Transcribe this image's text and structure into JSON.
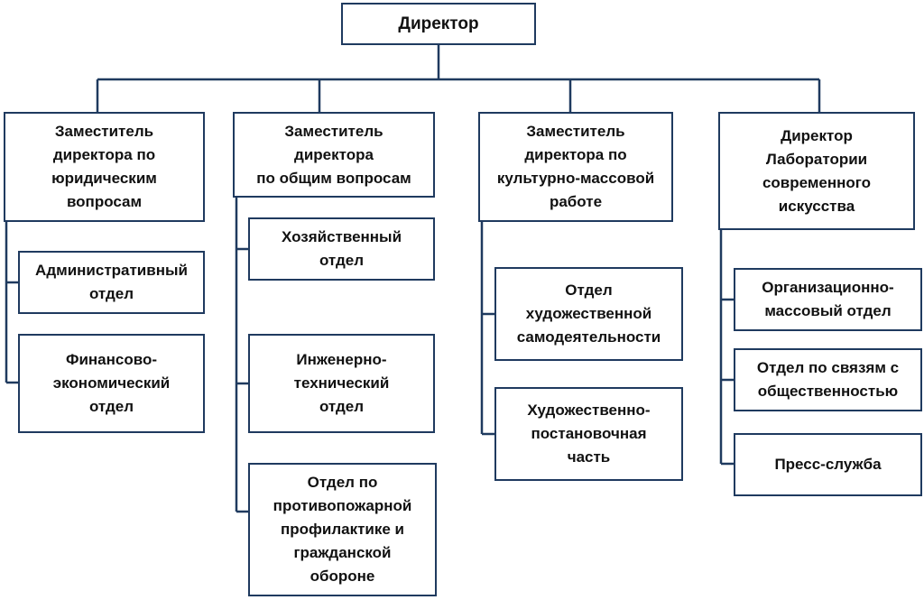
{
  "colors": {
    "line": "#1f3a5f",
    "box_border": "#1f3a5f",
    "text": "#111111"
  },
  "director": {
    "label": "Директор"
  },
  "deputies": [
    {
      "label": "Заместитель\nдиректора по\nюридическим\nвопросам",
      "departments": [
        {
          "label": "Административный\nотдел"
        },
        {
          "label": "Финансово-\nэкономический\nотдел"
        }
      ]
    },
    {
      "label": "Заместитель\nдиректора\nпо общим вопросам",
      "departments": [
        {
          "label": "Хозяйственный\nотдел"
        },
        {
          "label": "Инженерно-\nтехнический\nотдел"
        },
        {
          "label": "Отдел по\nпротивопожарной\nпрофилактике и\nгражданской\nобороне"
        }
      ]
    },
    {
      "label": "Заместитель\nдиректора по\nкультурно-массовой\nработе",
      "departments": [
        {
          "label": "Отдел\nхудожественной\nсамодеятельности"
        },
        {
          "label": "Художественно-\nпостановочная\nчасть"
        }
      ]
    },
    {
      "label": "Директор\nЛаборатории\nсовременного\nискусства",
      "departments": [
        {
          "label": "Организационно-\nмассовый отдел"
        },
        {
          "label": "Отдел по связям с\nобщественностью"
        },
        {
          "label": "Пресс-служба"
        }
      ]
    }
  ]
}
